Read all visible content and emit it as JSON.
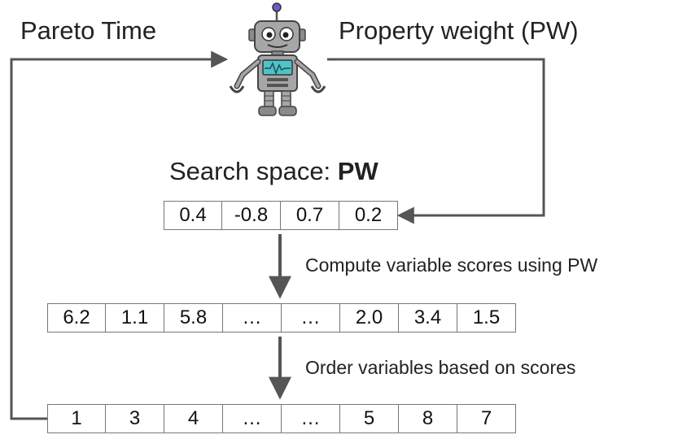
{
  "labels": {
    "pareto_time": "Pareto Time",
    "property_weight": "Property weight (PW)",
    "search_space_prefix": "Search space: ",
    "search_space_bold": "PW",
    "compute_step": "Compute variable scores using PW",
    "order_step": "Order variables based on scores"
  },
  "arrays": {
    "weights": [
      "0.4",
      "-0.8",
      "0.7",
      "0.2"
    ],
    "scores": [
      "6.2",
      "1.1",
      "5.8",
      "…",
      "…",
      "2.0",
      "3.4",
      "1.5"
    ],
    "order": [
      "1",
      "3",
      "4",
      "…",
      "…",
      "5",
      "8",
      "7"
    ]
  },
  "icons": {
    "agent": "robot-icon"
  },
  "colors": {
    "line": "#555555",
    "cell_border": "#777777",
    "robot_screen": "#4fc3c7",
    "robot_body": "#9e9e9e"
  }
}
